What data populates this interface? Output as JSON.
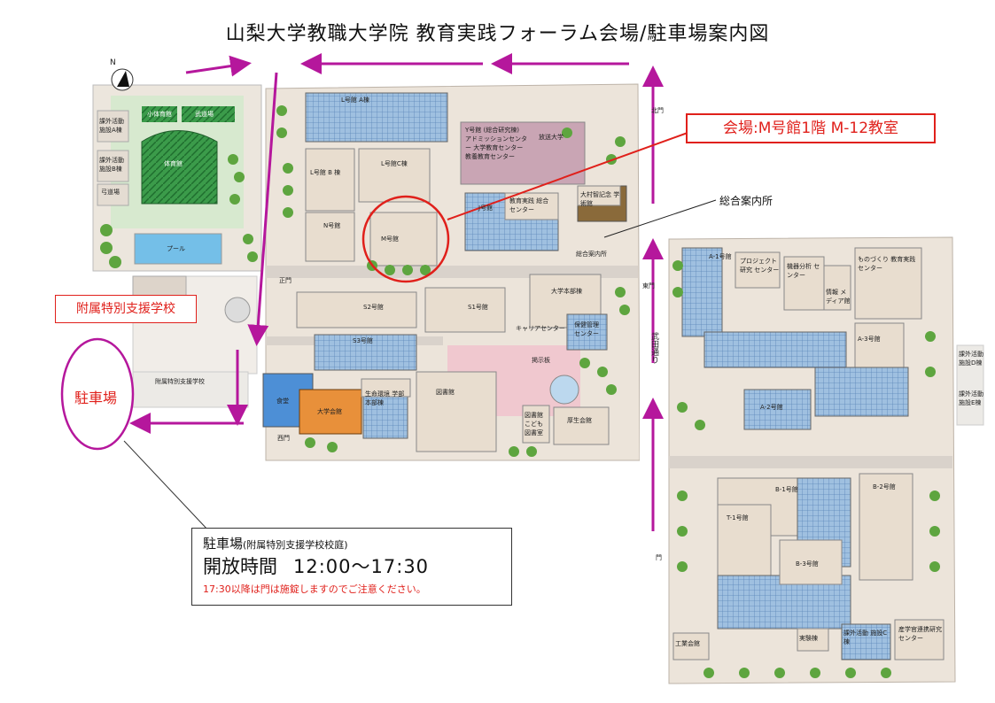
{
  "title": "山梨大学教職大学院 教育実践フォーラム会場/駐車場案内図",
  "venue_label": "会場:M号館1階 M-12教室",
  "info_desk_label": "総合案内所",
  "school_label": "附属特別支援学校",
  "parking_label": "駐車場",
  "parking_box": {
    "line1_main": "駐車場",
    "line1_sub": "(附属特別支援学校校庭)",
    "line2_label": "開放時間",
    "line2_time": "12:00〜17:30",
    "line3": "17:30以降は門は施錠しますのでご注意ください。"
  },
  "north": "N",
  "colors": {
    "accent": "#e0201b",
    "arrow": "#b5179c",
    "road": "#d9d2cb",
    "building": "#d8cfc6",
    "glass": "#8fb3d9",
    "tree": "#5ea53f"
  },
  "buildings": {
    "l_a": "L号館 A棟",
    "l_b": "L号館 B 棟",
    "l_c": "L号館C棟",
    "n": "N号館",
    "m": "M号館",
    "y": "Y号館 (総合研究棟) アドミッションセンター 大学教育センター 教養教育センター",
    "housou": "放送大学",
    "jissen": "教育実践 総合センター",
    "j": "J号館",
    "omura": "大村智記念 学術館",
    "sogo_annai": "総合案内所",
    "honbu": "大学本部棟",
    "hoken": "保健管理 センター",
    "career": "キャリアセンター",
    "keiji": "掲示板",
    "s1": "S1号館",
    "s2": "S2号館",
    "s3": "S3号館",
    "shokudo": "食堂",
    "kaikan": "大学会館",
    "seimei": "生命環境 学部本部棟",
    "tosho": "図書館",
    "kodomo": "図書館 こども 図書室",
    "kousei": "厚生会館",
    "pool": "プール",
    "taiikukan": "体育館",
    "shotaiiku": "小体育館",
    "budo": "武道場",
    "bukatsu_a": "課外活動 施設A棟",
    "bukatsu_b": "課外活動 施設B棟",
    "yumi": "弓道場",
    "fuzoku": "附属特別支援学校",
    "a1": "A-1号館",
    "a2": "A-2号館",
    "a3": "A-3号館",
    "project": "プロジェクト研究 センター",
    "kiki": "機器分析 センター",
    "joho": "情報 メディア館",
    "monozukuri": "ものづくり 教育実践センター",
    "b1": "B-1号館",
    "b2": "B-2号館",
    "b3": "B-3号館",
    "t1": "T-1号館",
    "kogyo": "工業会館",
    "jikken": "実験棟",
    "bukatsu_c": "課外活動 施設C棟",
    "sangaku": "産学官連携研究 センター",
    "bukatsu_d": "課外活動 施設D棟",
    "bukatsu_e": "課外活動 施設E棟"
  },
  "roads": {
    "takeda": "武田通り",
    "mon": "門",
    "seimon": "正門",
    "kitamon": "北門",
    "nishimon": "西門",
    "higashimon": "東門"
  }
}
